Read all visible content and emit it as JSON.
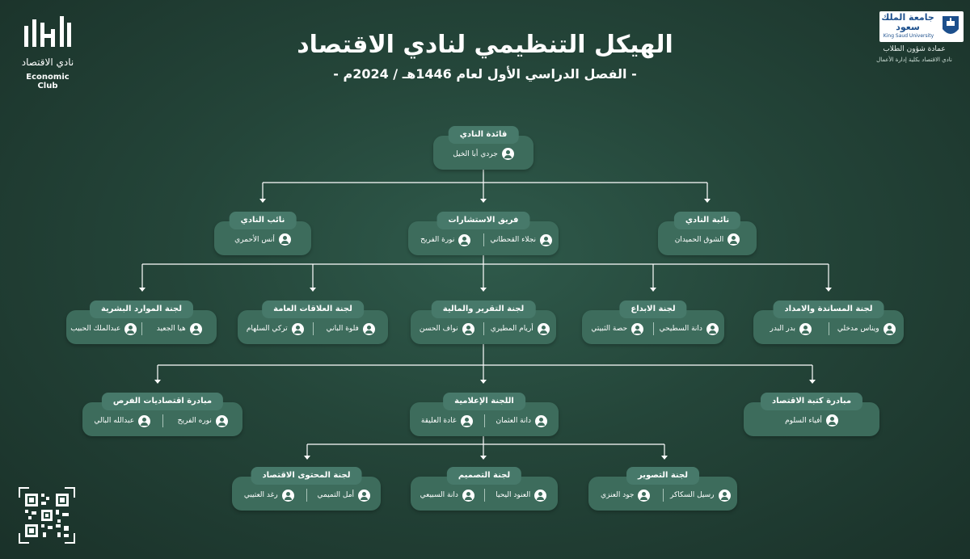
{
  "header": {
    "title": "الهيكل التنظيمي لنادي الاقتصاد",
    "subtitle": "- الفصل الدراسي الأول لعام 1446هـ / 2024م -"
  },
  "club_logo": {
    "arabic": "نادي الاقتصاد",
    "english": "Economic Club"
  },
  "university_logo": {
    "name_ar": "جامعة الملك سعود",
    "name_en": "King Saud University",
    "line1": "عمادة شؤون الطلاب",
    "line2": "نادي الاقتصاد بكلية إدارة الأعمال"
  },
  "icons": {
    "member": "person-icon",
    "qr": "qr-code-icon"
  },
  "colors": {
    "background": "#244539",
    "card": "#3d6c5c",
    "tab": "#47796a",
    "line": "#ffffff"
  },
  "org": {
    "leader": {
      "title": "قائدة النادي",
      "members": [
        "جردي أبا الخيل"
      ]
    },
    "deputy_right": {
      "title": "نائبة النادي",
      "members": [
        "الشوق الحميدان"
      ]
    },
    "advisory": {
      "title": "فريق الاستشارات",
      "members": [
        "نجلاء القحطاني",
        "نورة الفريح"
      ]
    },
    "deputy_left": {
      "title": "نائب النادي",
      "members": [
        "أنس الأحمري"
      ]
    },
    "committees": [
      {
        "title": "لجنة المساندة والامداد",
        "members": [
          "ويناس مدخلي",
          "بدر البدر"
        ]
      },
      {
        "title": "لجنة الابداع",
        "members": [
          "دانة السطيحي",
          "حصة الثبيتي"
        ]
      },
      {
        "title": "لجنة التقرير والمالية",
        "members": [
          "أريام المطيري",
          "نواف الحسن"
        ]
      },
      {
        "title": "لجنة العلاقات العامة",
        "members": [
          "فلوة الباني",
          "تركي السلهام"
        ]
      },
      {
        "title": "لجنة الموارد البشرية",
        "members": [
          "هيا الجعيد",
          "عبدالملك الحبيب"
        ]
      }
    ],
    "initiatives": [
      {
        "title": "مبادرة كتبة الاقتصاد",
        "members": [
          "أفياء السلوم"
        ]
      },
      {
        "title": "اللجنة الإعلامية",
        "members": [
          "دانة العثمان",
          "غادة العليقة"
        ]
      },
      {
        "title": "مبادرة اقتصاديات الفرص",
        "members": [
          "نوره الفريح",
          "عبدالله البالي"
        ]
      }
    ],
    "media_subs": [
      {
        "title": "لجنة التصوير",
        "members": [
          "رسيل السكاكر",
          "جود العنزي"
        ]
      },
      {
        "title": "لجنة التصميم",
        "members": [
          "العنود اليحيا",
          "دانة السبيعي"
        ]
      },
      {
        "title": "لجنة المحتوى الاقتصاد",
        "members": [
          "أمل التميمي",
          "رغد العتيبي"
        ]
      }
    ]
  }
}
